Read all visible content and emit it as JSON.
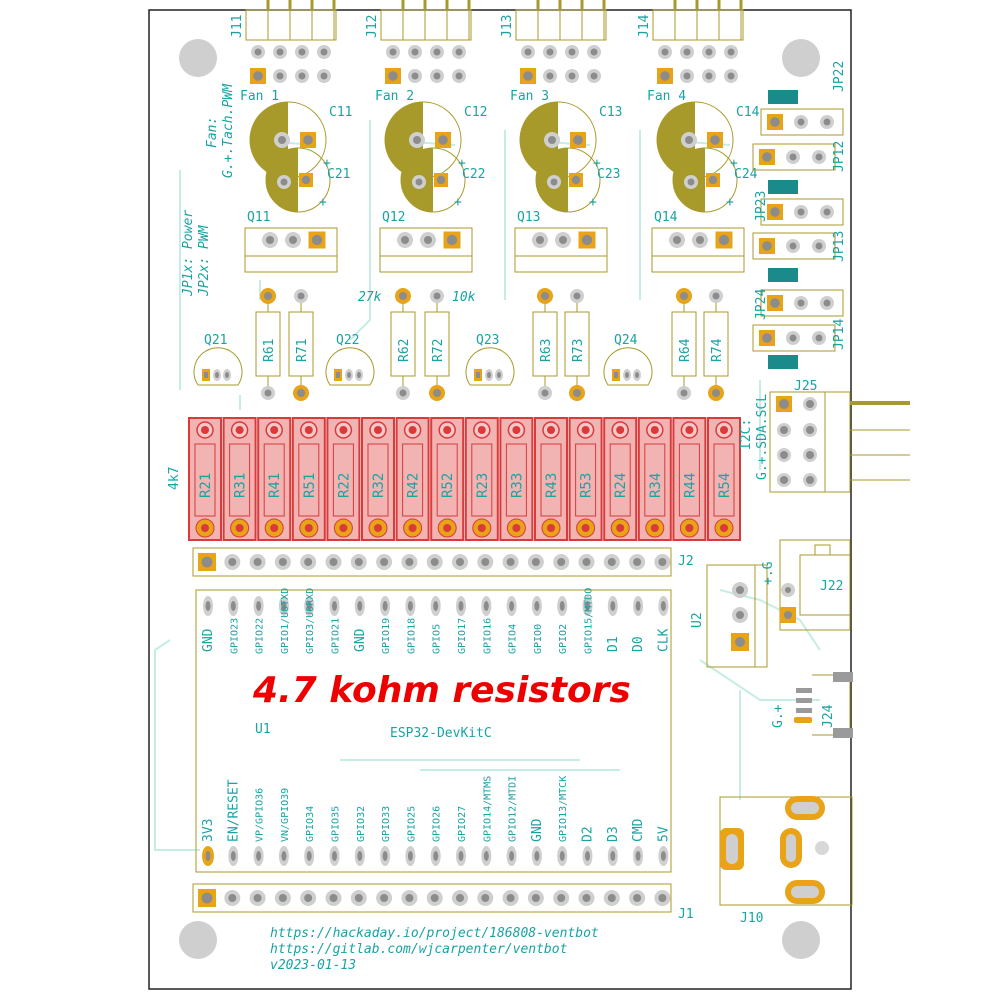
{
  "board": {
    "fan_connectors": [
      {
        "ref": "J11",
        "fan": "Fan 1",
        "cap_a": "C11",
        "cap_b": "C21",
        "mosfet": "Q11"
      },
      {
        "ref": "J12",
        "fan": "Fan 2",
        "cap_a": "C12",
        "cap_b": "C22",
        "mosfet": "Q12"
      },
      {
        "ref": "J13",
        "fan": "Fan 3",
        "cap_a": "C13",
        "cap_b": "C23",
        "mosfet": "Q13"
      },
      {
        "ref": "J14",
        "fan": "Fan 4",
        "cap_a": "C14",
        "cap_b": "C24",
        "mosfet": "Q14"
      }
    ],
    "transistors": [
      "Q21",
      "Q22",
      "Q23",
      "Q24"
    ],
    "upper_resistors": [
      "R61",
      "R71",
      "R62",
      "R72",
      "R63",
      "R73",
      "R64",
      "R74"
    ],
    "value_27k": "27k",
    "value_10k": "10k",
    "pullups": [
      "R21",
      "R31",
      "R41",
      "R51",
      "R22",
      "R32",
      "R42",
      "R52",
      "R23",
      "R33",
      "R43",
      "R53",
      "R24",
      "R34",
      "R44",
      "R54"
    ],
    "pullup_value": "4k7",
    "jumpers": [
      "JP22",
      "JP12",
      "JP23",
      "JP13",
      "JP24",
      "JP14"
    ],
    "side_note_fan_1": "Fan:",
    "side_note_fan_2": "G.+.Tach.PWM",
    "side_note_jp_1": "JP1x: Power",
    "side_note_jp_2": "JP2x: PWM",
    "i2c_1": "I2C:",
    "i2c_2": "G.+.SDA.SCL",
    "j25": "J25",
    "j2": "J2",
    "j1": "J1",
    "j22": "J22",
    "j22_note": "+.G",
    "j24": "J24",
    "j24_note": "G.+",
    "j10": "J10",
    "u2": "U2",
    "u1": "U1",
    "module": "ESP32-DevKitC",
    "top_pins": [
      "GND",
      "GPIO23",
      "GPIO22",
      "GPIO1/U0TXD",
      "GPIO3/U0RXD",
      "GPIO21",
      "GND",
      "GPIO19",
      "GPIO18",
      "GPIO5",
      "GPIO17",
      "GPIO16",
      "GPIO4",
      "GPIO0",
      "GPIO2",
      "GPIO15/MTDO",
      "D1",
      "D0",
      "CLK"
    ],
    "bottom_pins": [
      "3V3",
      "EN/RESET",
      "VP/GPIO36",
      "VN/GPIO39",
      "GPIO34",
      "GPIO35",
      "GPIO32",
      "GPIO33",
      "GPIO25",
      "GPIO26",
      "GPIO27",
      "GPIO14/MTMS",
      "GPIO12/MTDI",
      "GND",
      "GPIO13/MTCK",
      "D2",
      "D3",
      "CMD",
      "5V"
    ],
    "url_1": "https://hackaday.io/project/186808-ventbot",
    "url_2": "https://gitlab.com/wjcarpenter/ventbot",
    "version": "v2023-01-13"
  },
  "annotation": "4.7 kohm resistors",
  "colors": {
    "silkscreen": "#1aa3a3",
    "trace": "#b8e8e0",
    "pad_copper": "#e8a317",
    "drill": "#8c8c8c",
    "capacitor_fill": "#a89a2a",
    "highlight": "#d93a3a",
    "highlight_fill": "#f2b3b3",
    "annotation": "#ee0000",
    "jumper_bar": "#1a8a8a"
  }
}
